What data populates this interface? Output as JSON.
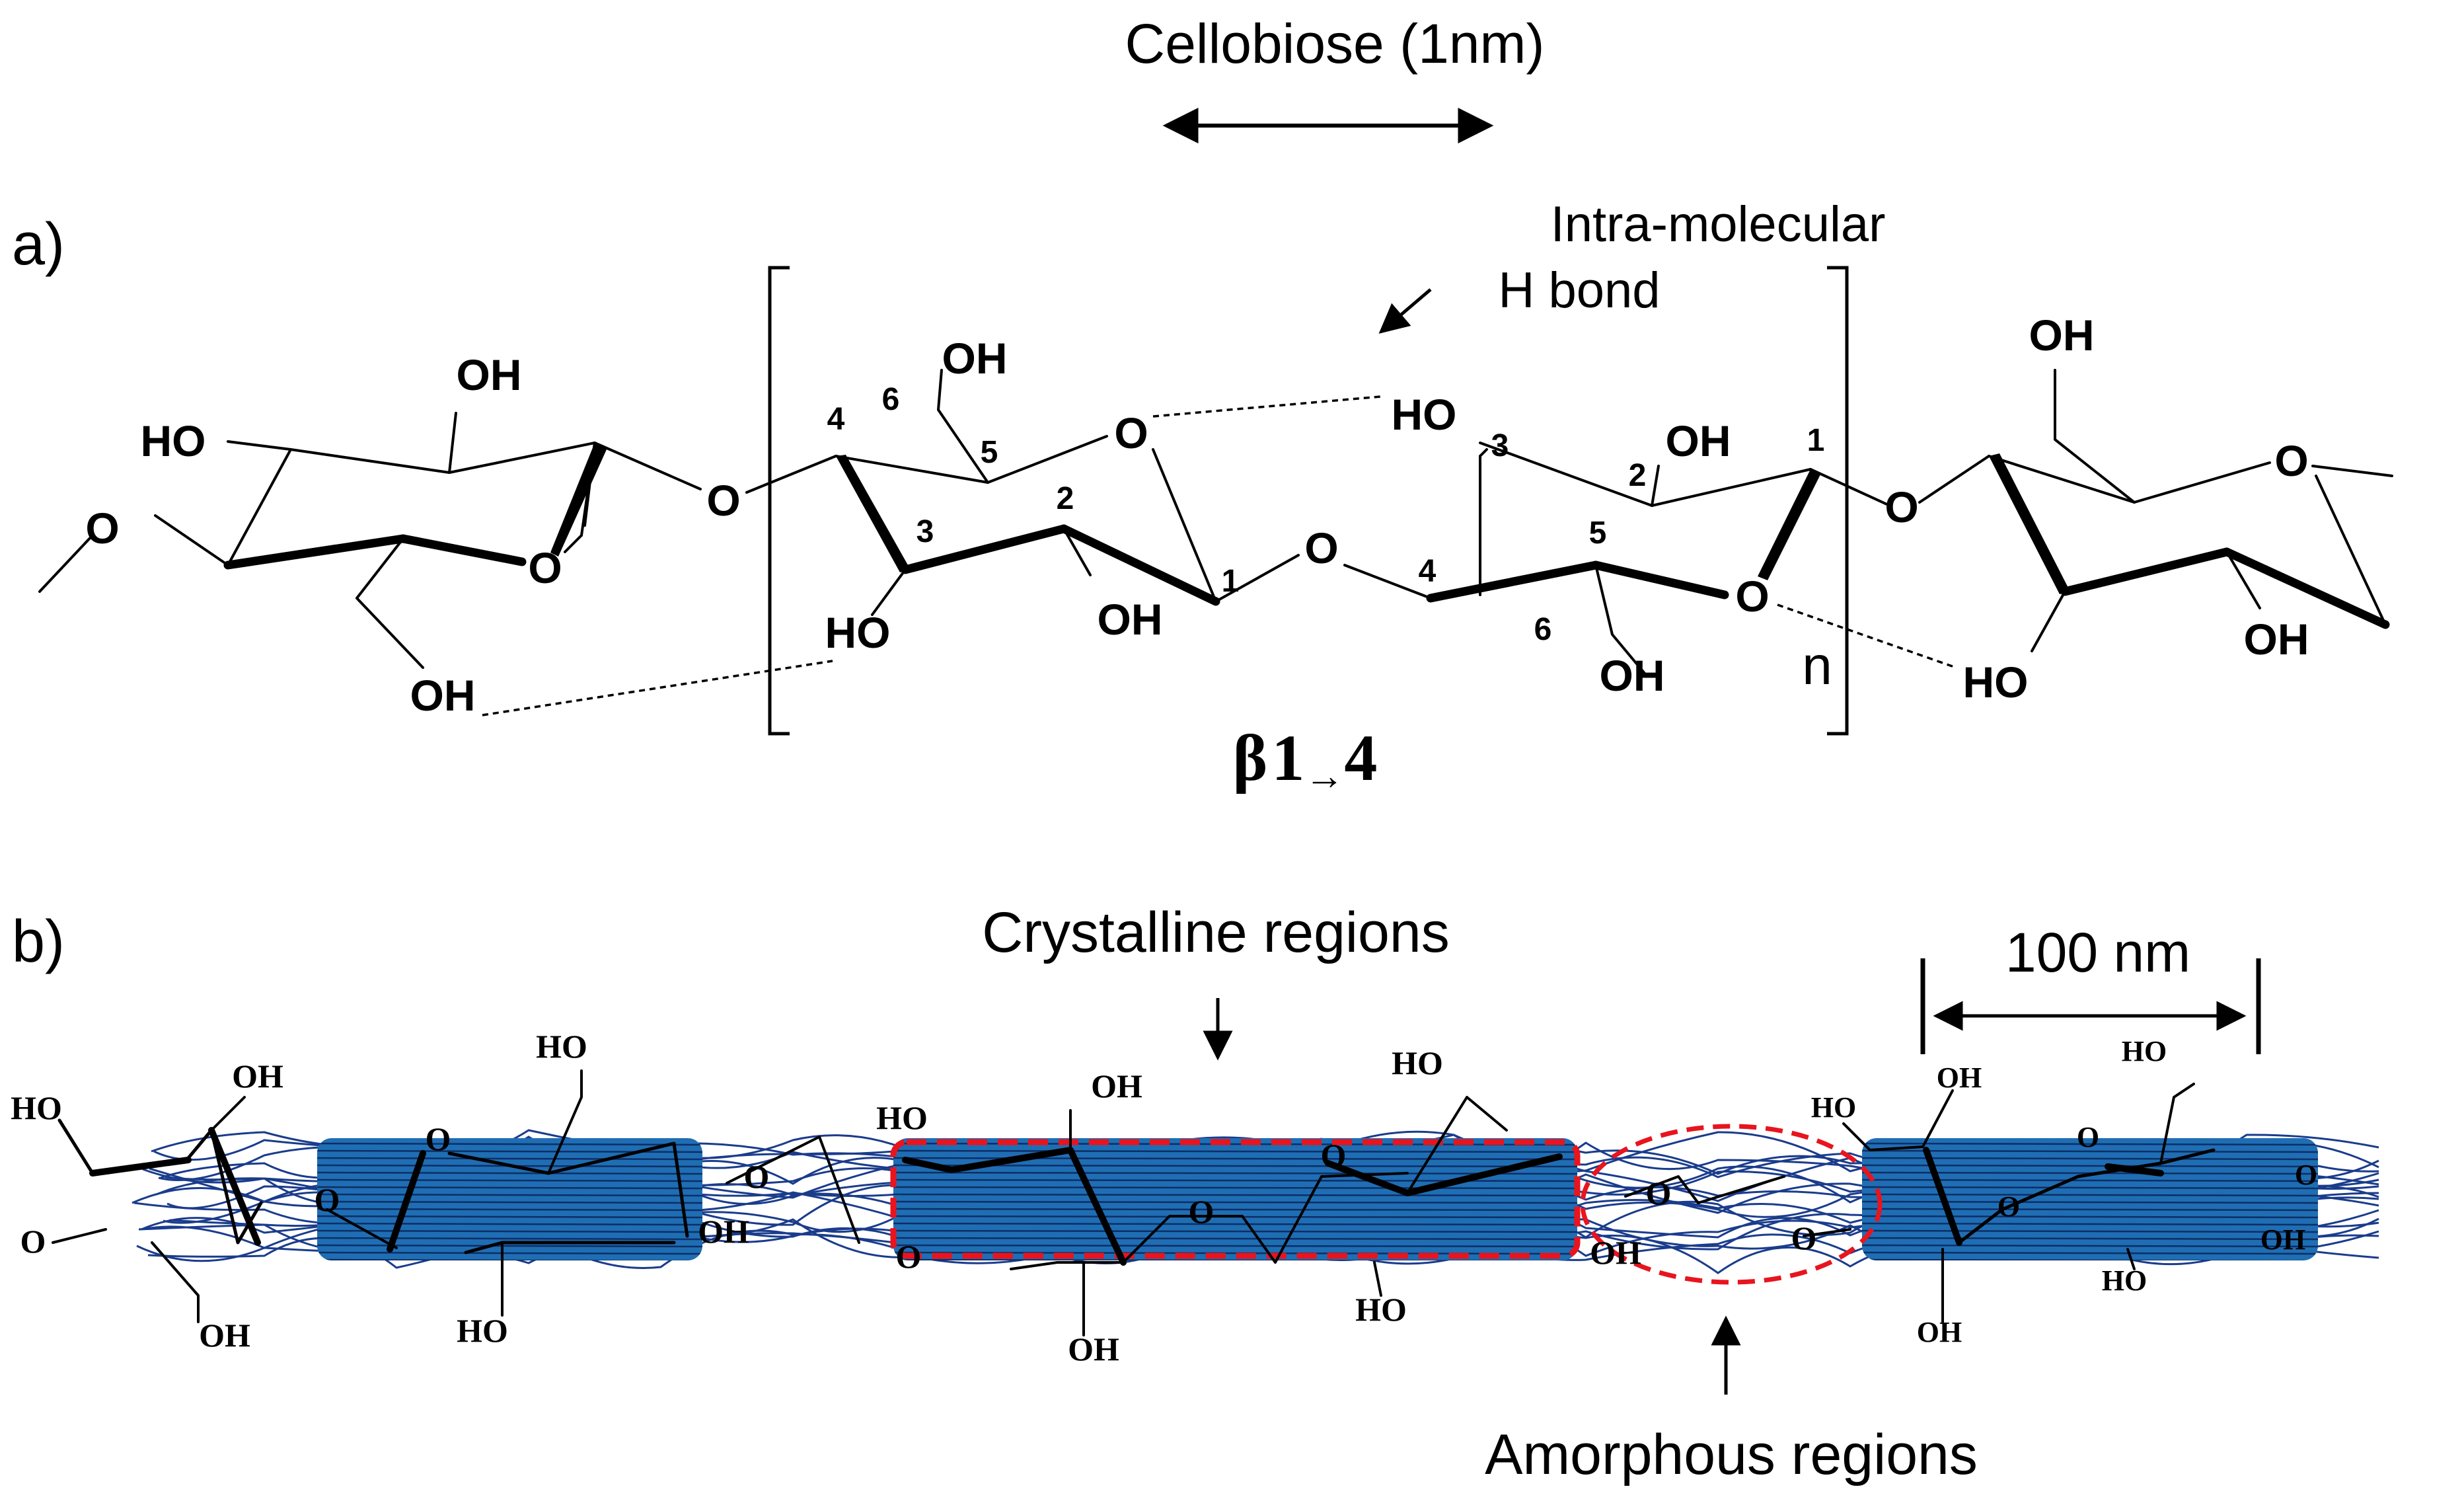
{
  "panel_a": {
    "label": "a)",
    "cellobiose_label": "Cellobiose (1nm)",
    "hbond_label_line1": "Intra-molecular",
    "hbond_label_line2": "H bond",
    "repeat_n": "n",
    "linkage": "β1→4",
    "linkage_beta": "β",
    "linkage_one": "1",
    "linkage_arrow": "→",
    "linkage_four": "4",
    "atoms": {
      "oh": "OH",
      "ho": "HO",
      "o": "O"
    },
    "carbon_numbers": [
      "1",
      "2",
      "3",
      "4",
      "5",
      "6"
    ]
  },
  "panel_b": {
    "label": "b)",
    "crystalline_label": "Crystalline regions",
    "amorphous_label": "Amorphous regions",
    "scale_label": "100 nm",
    "atoms": {
      "oh": "OH",
      "ho": "HO",
      "o": "O"
    },
    "colors": {
      "crystalline_fill": "#1f6eb4",
      "fibril_stroke": "#1a3c8c",
      "highlight": "#e8141e"
    }
  },
  "colors": {
    "ink": "#000000",
    "background": "#ffffff"
  }
}
